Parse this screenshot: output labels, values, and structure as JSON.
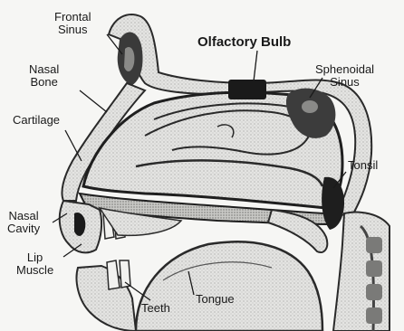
{
  "labels": {
    "frontal_sinus": [
      "Frontal",
      "Sinus"
    ],
    "olfactory_bulb": "Olfactory Bulb",
    "sphenoidal_sinus": [
      "Sphenoidal",
      "Sinus"
    ],
    "nasal_bone": [
      "Nasal",
      "Bone"
    ],
    "cartilage": "Cartilage",
    "tonsil": "Tonsil",
    "nasal_cavity": [
      "Nasal",
      "Cavity"
    ],
    "lip_muscle": [
      "Lip",
      "Muscle"
    ],
    "teeth": "Teeth",
    "tongue": "Tongue"
  }
}
